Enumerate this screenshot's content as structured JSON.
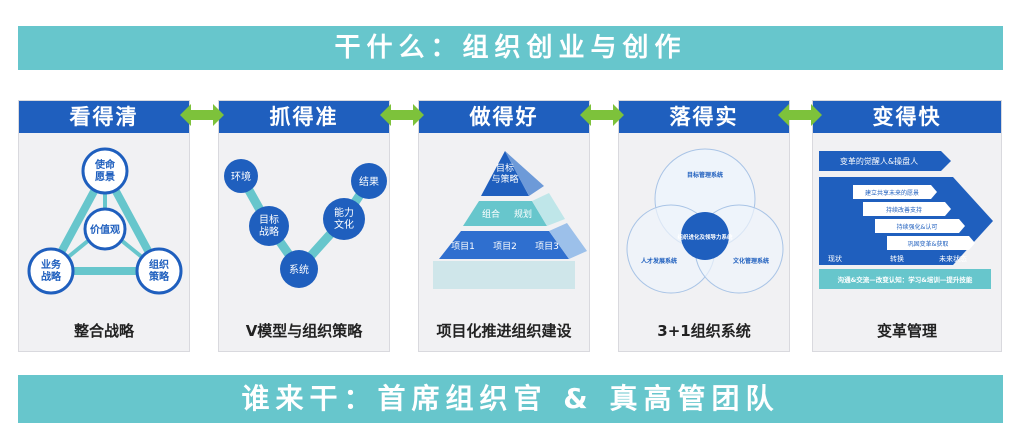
{
  "top_banner": "干什么：组织创业与创作",
  "bottom_banner": "谁来干：首席组织官 & 真高管团队",
  "colors": {
    "teal": "#67c6cc",
    "blue": "#1f5fbe",
    "green": "#7dc23b",
    "panel_bg": "#f1f1f3"
  },
  "panels": [
    {
      "title": "看得清",
      "caption": "整合战略",
      "nodes": {
        "top": "使命\n愿景",
        "center": "价值观",
        "left": "业务\n战略",
        "right": "组织\n策略"
      }
    },
    {
      "title": "抓得准",
      "caption": "V模型与组织策略",
      "nodes": {
        "a": "环境",
        "b": "目标\n战略",
        "c": "系统",
        "d": "能力\n文化",
        "e": "结果"
      }
    },
    {
      "title": "做得好",
      "caption": "项目化推进组织建设",
      "tiers": {
        "top": "目标\n与策略",
        "mid_left": "组合",
        "mid_right": "规划",
        "bottom": [
          "项目1",
          "项目2",
          "项目3"
        ]
      }
    },
    {
      "title": "落得实",
      "caption": "3+1组织系统",
      "circles": {
        "top": "目标管理系统",
        "left": "人才发展系统",
        "right": "文化管理系统",
        "center": "组织进化及领导力系统"
      }
    },
    {
      "title": "变得快",
      "caption": "变革管理",
      "top_label": "变革的觉醒人&操盘人",
      "rows": [
        "建立共享未来的愿景",
        "持续改善支持",
        "持续强化&认可",
        "巩固变革&获取"
      ],
      "stages": [
        "现状",
        "转换",
        "未来状态"
      ],
      "bottom_label": "沟通&交流—改变认知：学习&培训—提升技能"
    }
  ]
}
